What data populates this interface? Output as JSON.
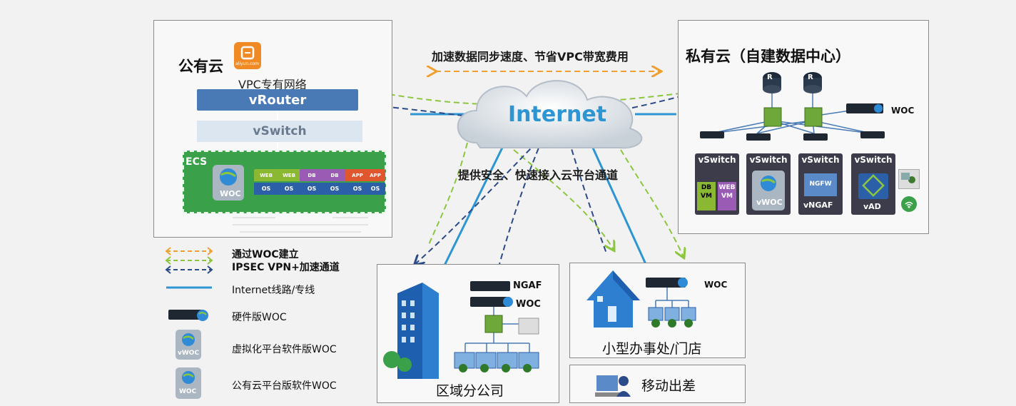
{
  "top_banner": "加速数据同步速度、节省VPC带宽费用",
  "internet_label": "Internet",
  "internet_caption": "提供安全、快速接入云平台通道",
  "public_cloud": {
    "title": "公有云",
    "aliyun_logo_text": "aliyun.com",
    "vpc_label": "VPC专有网络",
    "vrouter": "vRouter",
    "vswitch": "vSwitch",
    "ecs_label": "ECS",
    "woc_label": "WOC",
    "modules": [
      {
        "top": "WEB",
        "bottom": "OS",
        "color": "#8ab832"
      },
      {
        "top": "WEB",
        "bottom": "OS",
        "color": "#8ab832"
      },
      {
        "top": "DB",
        "bottom": "OS",
        "color": "#9a5bb5"
      },
      {
        "top": "DB",
        "bottom": "OS",
        "color": "#9a5bb5"
      },
      {
        "top": "APP",
        "bottom": "OS",
        "color": "#e0562f"
      },
      {
        "top": "APP",
        "bottom": "OS",
        "color": "#e0562f"
      }
    ]
  },
  "private_cloud": {
    "title": "私有云（自建数据中心）",
    "router_letter": "R",
    "woc_label": "WOC",
    "cards": [
      {
        "title": "vSwitch",
        "content": [
          "DB VM",
          "WEB VM"
        ]
      },
      {
        "title": "vSwitch",
        "content": [
          "vWOC"
        ]
      },
      {
        "title": "vSwitch",
        "content": [
          "NGFW",
          "vNGAF"
        ]
      },
      {
        "title": "vSwitch",
        "content": [
          "vAD"
        ]
      }
    ]
  },
  "branch": {
    "title": "区域分公司",
    "ngaf_label": "NGAF",
    "woc_label": "WOC"
  },
  "small_office": {
    "title": "小型办事处/门店",
    "woc_label": "WOC"
  },
  "mobile": {
    "title": "移动出差"
  },
  "legend": {
    "line1": "通过WOC建立",
    "line2": "IPSEC VPN+加速通道",
    "internet_line": "Internet线路/专线",
    "hardware_woc": "硬件版WOC",
    "virtual_woc": "虚拟化平台软件版WOC",
    "virtual_woc_badge": "vWOC",
    "public_woc": "公有云平台版软件WOC",
    "public_woc_badge": "WOC"
  },
  "colors": {
    "orange_dash": "#f0a030",
    "green_dash": "#8cc63f",
    "navy_dash": "#2b4a8a",
    "internet_blue": "#2e95d3",
    "vrouter_blue": "#4a7ab5",
    "vswitch_light": "#dce6f0",
    "ecs_green": "#3aa14a"
  }
}
